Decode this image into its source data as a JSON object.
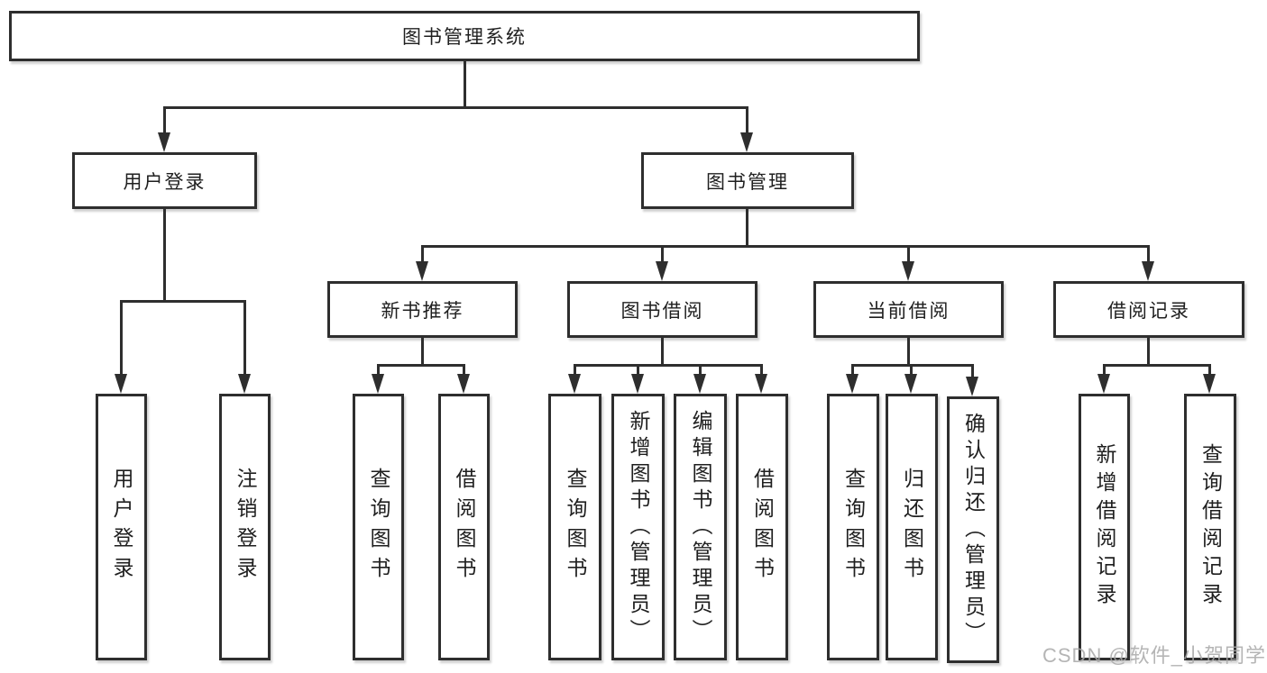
{
  "colors": {
    "line": "#2e2e2e",
    "text": "#1f1f1f",
    "background": "#ffffff",
    "watermark": "#a8a8a8"
  },
  "watermark": {
    "text": "CSDN @软件_小贺同学"
  },
  "tree": {
    "root": {
      "label": "图书管理系统"
    },
    "level2": [
      {
        "label": "用户登录"
      },
      {
        "label": "图书管理"
      }
    ],
    "level3": [
      {
        "label": "新书推荐"
      },
      {
        "label": "图书借阅"
      },
      {
        "label": "当前借阅"
      },
      {
        "label": "借阅记录"
      }
    ],
    "leaves": {
      "user_login": [
        {
          "label": "用户登录"
        },
        {
          "label": "注销登录"
        }
      ],
      "new_book_recommend": [
        {
          "label": "查询图书"
        },
        {
          "label": "借阅图书"
        }
      ],
      "book_borrow": [
        {
          "label": "查询图书"
        },
        {
          "label": "新增图书（管理员）"
        },
        {
          "label": "编辑图书（管理员）"
        },
        {
          "label": "借阅图书"
        }
      ],
      "current_borrow": [
        {
          "label": "查询图书"
        },
        {
          "label": "归还图书"
        },
        {
          "label": "确认归还（管理员）"
        }
      ],
      "borrow_records": [
        {
          "label": "新增借阅记录"
        },
        {
          "label": "查询借阅记录"
        }
      ]
    }
  }
}
